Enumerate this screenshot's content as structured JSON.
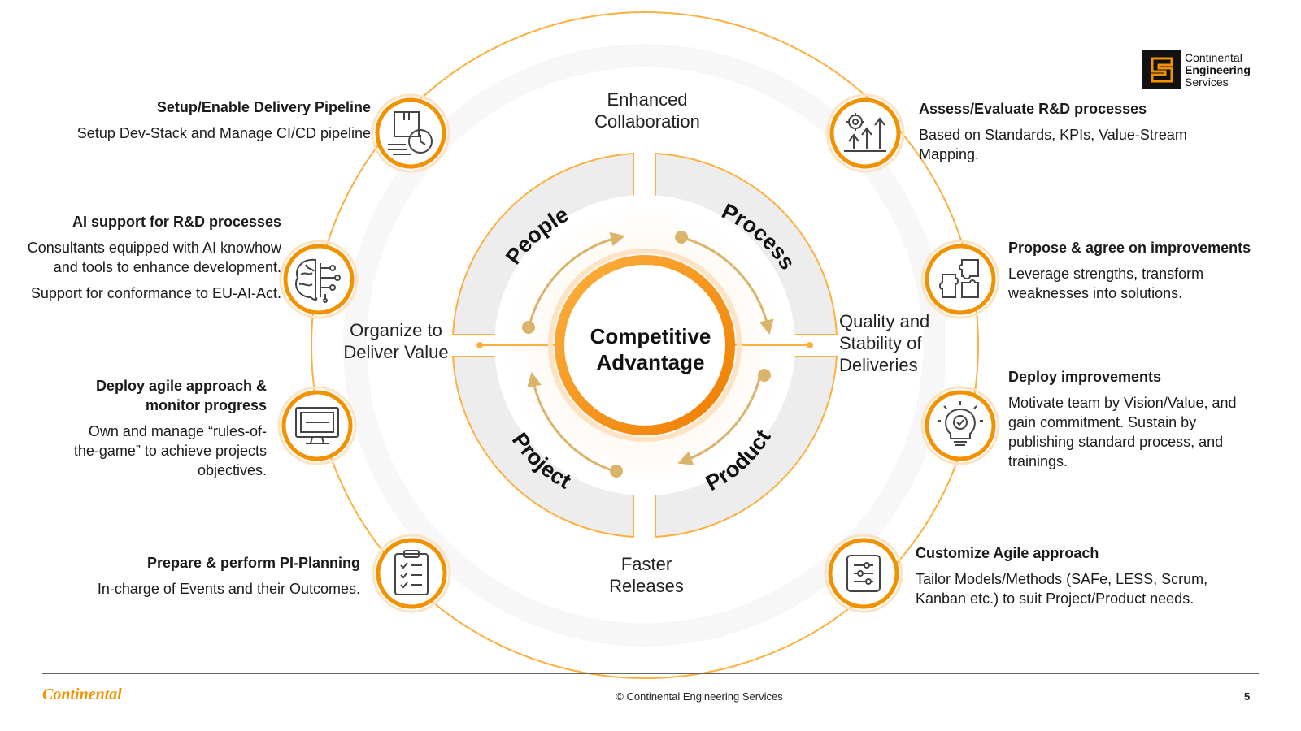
{
  "logo": {
    "line1": "Continental",
    "line2": "Engineering",
    "line3": "Services"
  },
  "center": {
    "line1": "Competitive",
    "line2": "Advantage"
  },
  "quadrants": [
    {
      "label": "People"
    },
    {
      "label": "Process"
    },
    {
      "label": "Product"
    },
    {
      "label": "Project"
    }
  ],
  "ring_labels": {
    "top": {
      "line1": "Enhanced",
      "line2": "Collaboration"
    },
    "left": {
      "line1": "Organize to",
      "line2": "Deliver Value"
    },
    "right": {
      "line1": "Quality and",
      "line2": "Stability of",
      "line3": "Deliveries"
    },
    "bottom": {
      "line1": "Faster",
      "line2": "Releases"
    }
  },
  "left_items": [
    {
      "heading": "Setup/Enable Delivery Pipeline",
      "desc": "Setup Dev-Stack and Manage CI/CD pipeline",
      "icon": "delivery-pipeline-icon"
    },
    {
      "heading": "AI support for R&D processes",
      "desc": "Consultants equipped with AI knowhow and tools to enhance development.",
      "desc2": "Support for conformance to EU-AI-Act.",
      "icon": "ai-brain-icon"
    },
    {
      "heading": "Deploy agile approach & monitor progress",
      "desc": "Own and manage “rules-of-the-game” to achieve projects objectives.",
      "icon": "monitor-icon"
    },
    {
      "heading": "Prepare & perform PI-Planning",
      "desc": "In-charge of Events and their Outcomes.",
      "icon": "checklist-clipboard-icon"
    }
  ],
  "right_items": [
    {
      "heading": "Assess/Evaluate R&D processes",
      "desc": "Based on Standards, KPIs, Value-Stream Mapping.",
      "icon": "gear-growth-icon"
    },
    {
      "heading": "Propose & agree on improvements",
      "desc": "Leverage strengths, transform weaknesses into solutions.",
      "icon": "puzzle-icon"
    },
    {
      "heading": "Deploy improvements",
      "desc": "Motivate team by Vision/Value, and gain commitment. Sustain by publishing standard process, and trainings.",
      "icon": "lightbulb-gear-icon"
    },
    {
      "heading": "Customize Agile approach",
      "desc": "Tailor Models/Methods (SAFe, LESS, Scrum, Kanban etc.) to suit Project/Product needs.",
      "icon": "sliders-icon"
    }
  ],
  "footer": {
    "brand": "Continental",
    "copyright": "© Continental Engineering Services",
    "page": "5"
  },
  "colors": {
    "accent": "#f39200",
    "accent_light": "#fbb040",
    "gold": "#d9b46a",
    "ring": "#eeeeee"
  }
}
